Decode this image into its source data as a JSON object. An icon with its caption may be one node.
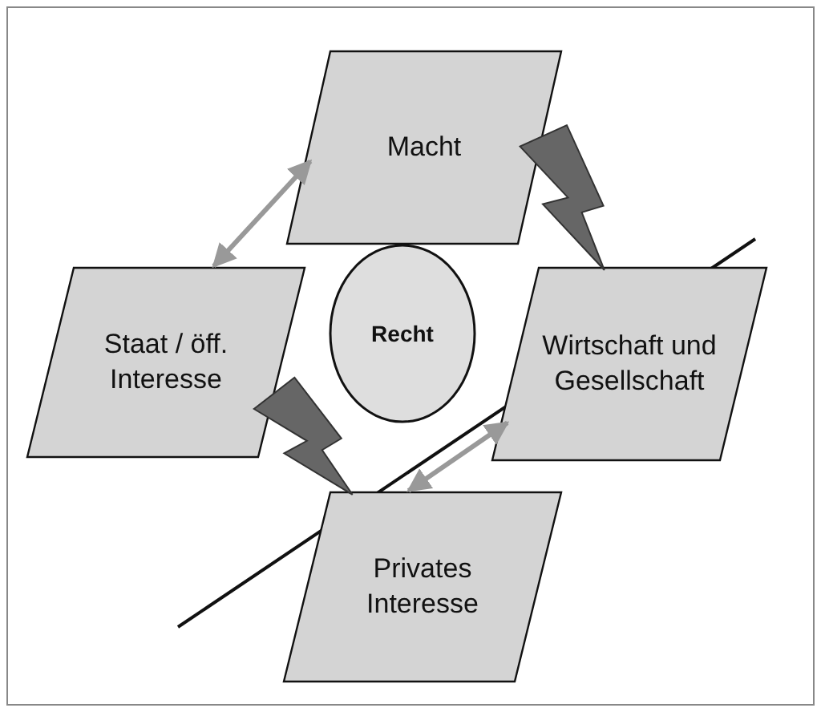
{
  "diagram": {
    "nodes": [
      {
        "text": [
          "Macht"
        ]
      },
      {
        "text": [
          "Staat / öff. Interesse"
        ]
      },
      {
        "text": [
          "Recht"
        ]
      },
      {
        "text": [
          "Wirtschaft und Gesellschaft"
        ]
      },
      {
        "text": [
          "Privates Interesse"
        ]
      }
    ],
    "edges": [
      {
        "from": 0,
        "to": 1,
        "arrow": "both"
      },
      {
        "from": 3,
        "to": 4,
        "arrow": "both"
      },
      {
        "from": 0,
        "to": 3,
        "arrow": "none",
        "style": "thick"
      },
      {
        "from": 1,
        "to": 4,
        "arrow": "none",
        "style": "thick"
      }
    ]
  }
}
